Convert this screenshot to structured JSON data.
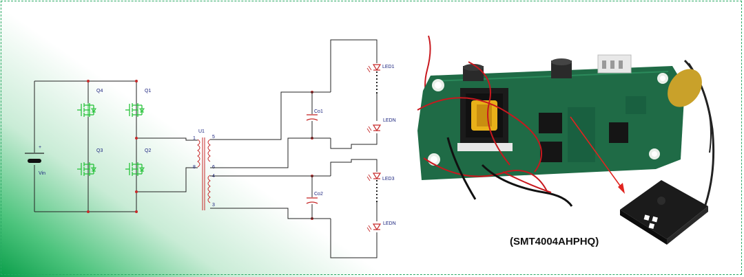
{
  "schematic": {
    "labels": {
      "q4": "Q4",
      "q1": "Q1",
      "q3": "Q3",
      "q2": "Q2",
      "vin": "Vin",
      "plus": "+",
      "u1": "U1",
      "pin1": "1",
      "pin8": "8",
      "pin5": "5",
      "pin6": "6",
      "pin4": "4",
      "pin3": "3",
      "co1": "Co1",
      "co2": "Co2",
      "led1": "LED1",
      "ledn_top": "LEDN",
      "led3": "LED3",
      "ledn_bottom": "LEDN"
    }
  },
  "photo": {
    "chip_label": "(SMT4004AHPHQ)",
    "colors": {
      "pcb": "#1f6b46",
      "chip": "#1b1b1b",
      "wire_red": "#c8181e",
      "accent_green": "#0b9e4a"
    }
  }
}
